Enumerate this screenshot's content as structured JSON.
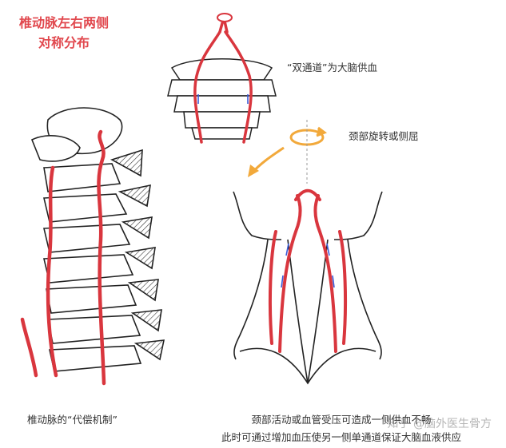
{
  "title_line1": "椎动脉左右两侧",
  "title_line2": "对称分布",
  "label_dual": "“双通道”为大脑供血",
  "label_rotate": "颈部旋转或侧屈",
  "caption_left": "椎动脉的“代偿机制”",
  "caption_right_1": "颈部活动或血管受压可造成一侧供血不畅",
  "caption_right_2": "此时可通过增加血压使另一侧单通道保证大脑血液供应",
  "watermark": "知乎 @脑外医生骨方",
  "colors": {
    "artery": "#d9363e",
    "accent": "#e1484e",
    "arrow": "#f2a93b",
    "flow": "#3a5bd9"
  }
}
